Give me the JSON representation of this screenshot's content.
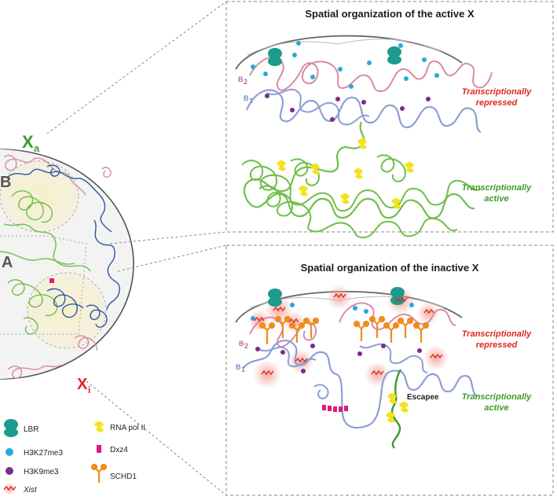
{
  "nucleus": {
    "xa_label": "X",
    "xa_sub": "a",
    "xi_label": "X",
    "xi_sub": "i",
    "compartment_b": "B",
    "compartment_a": "A"
  },
  "panel_active": {
    "title": "Spatial organization of the active X",
    "b2": "B",
    "b2_sub": "2",
    "b1": "B",
    "b1_sub": "1",
    "repressed_line1": "Transcriptionally",
    "repressed_line2": "repressed",
    "active_line1": "Transcriptionally",
    "active_line2": "active"
  },
  "panel_inactive": {
    "title": "Spatial organization of the inactive X",
    "b2": "B",
    "b2_sub": "2",
    "b1": "B",
    "b1_sub": "1",
    "repressed_line1": "Transcriptionally",
    "repressed_line2": "repressed",
    "active_line1": "Transcriptionally",
    "active_line2": "active",
    "escapee": "Escapee"
  },
  "legend": {
    "lbr": "LBR",
    "h3k27": "H3K27me3",
    "h3k9": "H3K9me3",
    "xist": "Xist",
    "polii": "RNA pol II",
    "dxz4": "Dxz4",
    "schd1": "SCHD1"
  },
  "colors": {
    "pink_chromatin": "#d98aa8",
    "blue_chromatin": "#8c9fd4",
    "green_chromatin": "#6fbf4b",
    "lbr": "#1e9a8f",
    "h3k27": "#2aa8e0",
    "h3k9": "#7a2c8a",
    "pol2": "#f5e21a",
    "dxz4": "#e0197d",
    "schd1": "#f08c1a",
    "xist": "#e0261c"
  }
}
